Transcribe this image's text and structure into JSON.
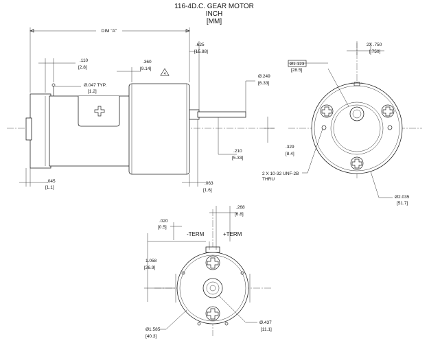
{
  "title": {
    "line1": "116-4D.C. GEAR MOTOR",
    "line2": "INCH",
    "line3": "[MM]"
  },
  "side_view": {
    "dim_a": "DIM \"A\"",
    "d_110": ".110",
    "d_110_mm": "[2.8]",
    "d_047": "Ø.047 TYP.",
    "d_047_mm": "[1.2]",
    "d_360": ".360",
    "d_360_mm": "[9.14]",
    "d_625": ".625",
    "d_625_mm": "[15.88]",
    "note_marker": "4",
    "d_249": "Ø.249",
    "d_249_mm": "[6.33]",
    "d_210": ".210",
    "d_210_mm": "[5.33]",
    "d_329": ".329",
    "d_329_mm": "[8.4]",
    "d_045": ".045",
    "d_045_mm": "[1.1]",
    "d_063": ".063",
    "d_063_mm": "[1.6]"
  },
  "front_view": {
    "d_2x750": "2X .750",
    "d_2x750_mm": "[.750]",
    "d_1123": "Ø1.123",
    "d_1123_mm": "[28.5]",
    "holes_line1": "2 X 10-32 UNF-2B",
    "holes_line2": "THRU",
    "d_2035": "Ø2.035",
    "d_2035_mm": "[51.7]"
  },
  "rear_view": {
    "d_268": ".268",
    "d_268_mm": "[6.8]",
    "d_020": ".020",
    "d_020_mm": "[0.5]",
    "term_neg": "-TERM",
    "term_pos": "+TERM",
    "d_1058": "1.058",
    "d_1058_mm": "[26.9]",
    "d_1585": "Ø1.585",
    "d_1585_mm": "[40.3]",
    "d_437": "Ø.437",
    "d_437_mm": "[11.1]"
  }
}
